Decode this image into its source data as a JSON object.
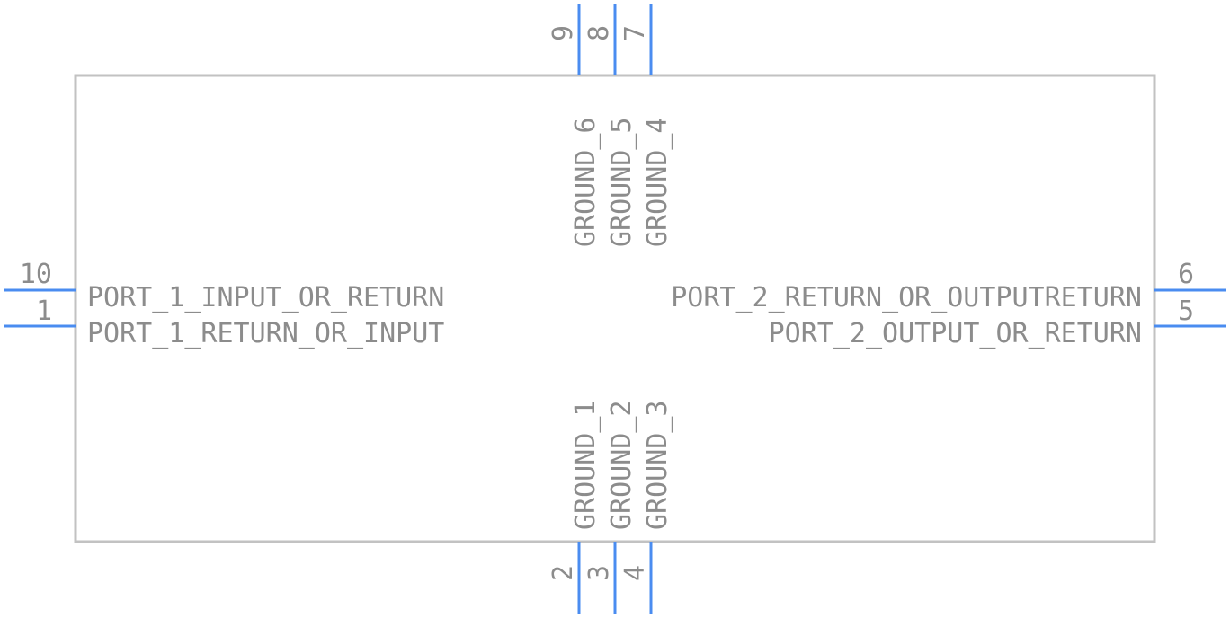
{
  "colors": {
    "body_outline": "#c2c2c2",
    "pin_line": "#4a8cf0",
    "text": "#8c8c8c",
    "background": "#ffffff"
  },
  "pins": {
    "left": [
      {
        "number": "10",
        "name": "PORT_1_INPUT_OR_RETURN"
      },
      {
        "number": "1",
        "name": "PORT_1_RETURN_OR_INPUT"
      }
    ],
    "right": [
      {
        "number": "6",
        "name": "PORT_2_RETURN_OR_OUTPUTRETURN"
      },
      {
        "number": "5",
        "name": "PORT_2_OUTPUT_OR_RETURN"
      }
    ],
    "top": [
      {
        "number": "9",
        "name": "GROUND_6"
      },
      {
        "number": "8",
        "name": "GROUND_5"
      },
      {
        "number": "7",
        "name": "GROUND_4"
      }
    ],
    "bottom": [
      {
        "number": "2",
        "name": "GROUND_1"
      },
      {
        "number": "3",
        "name": "GROUND_2"
      },
      {
        "number": "4",
        "name": "GROUND_3"
      }
    ]
  }
}
